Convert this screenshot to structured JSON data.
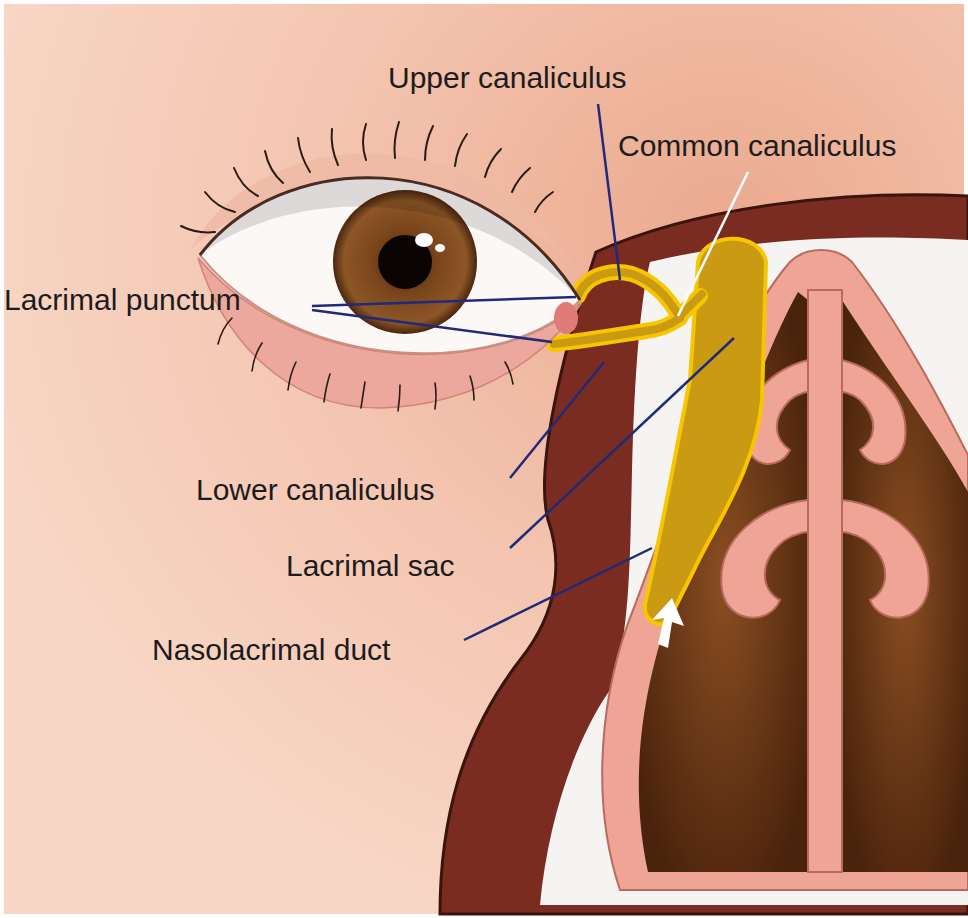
{
  "diagram": {
    "labels": [
      "Upper canaliculus",
      "Common canaliculus",
      "Lacrimal punctum",
      "Lower canaliculus",
      "Lacrimal sac",
      "Nasolacrimal duct"
    ]
  }
}
